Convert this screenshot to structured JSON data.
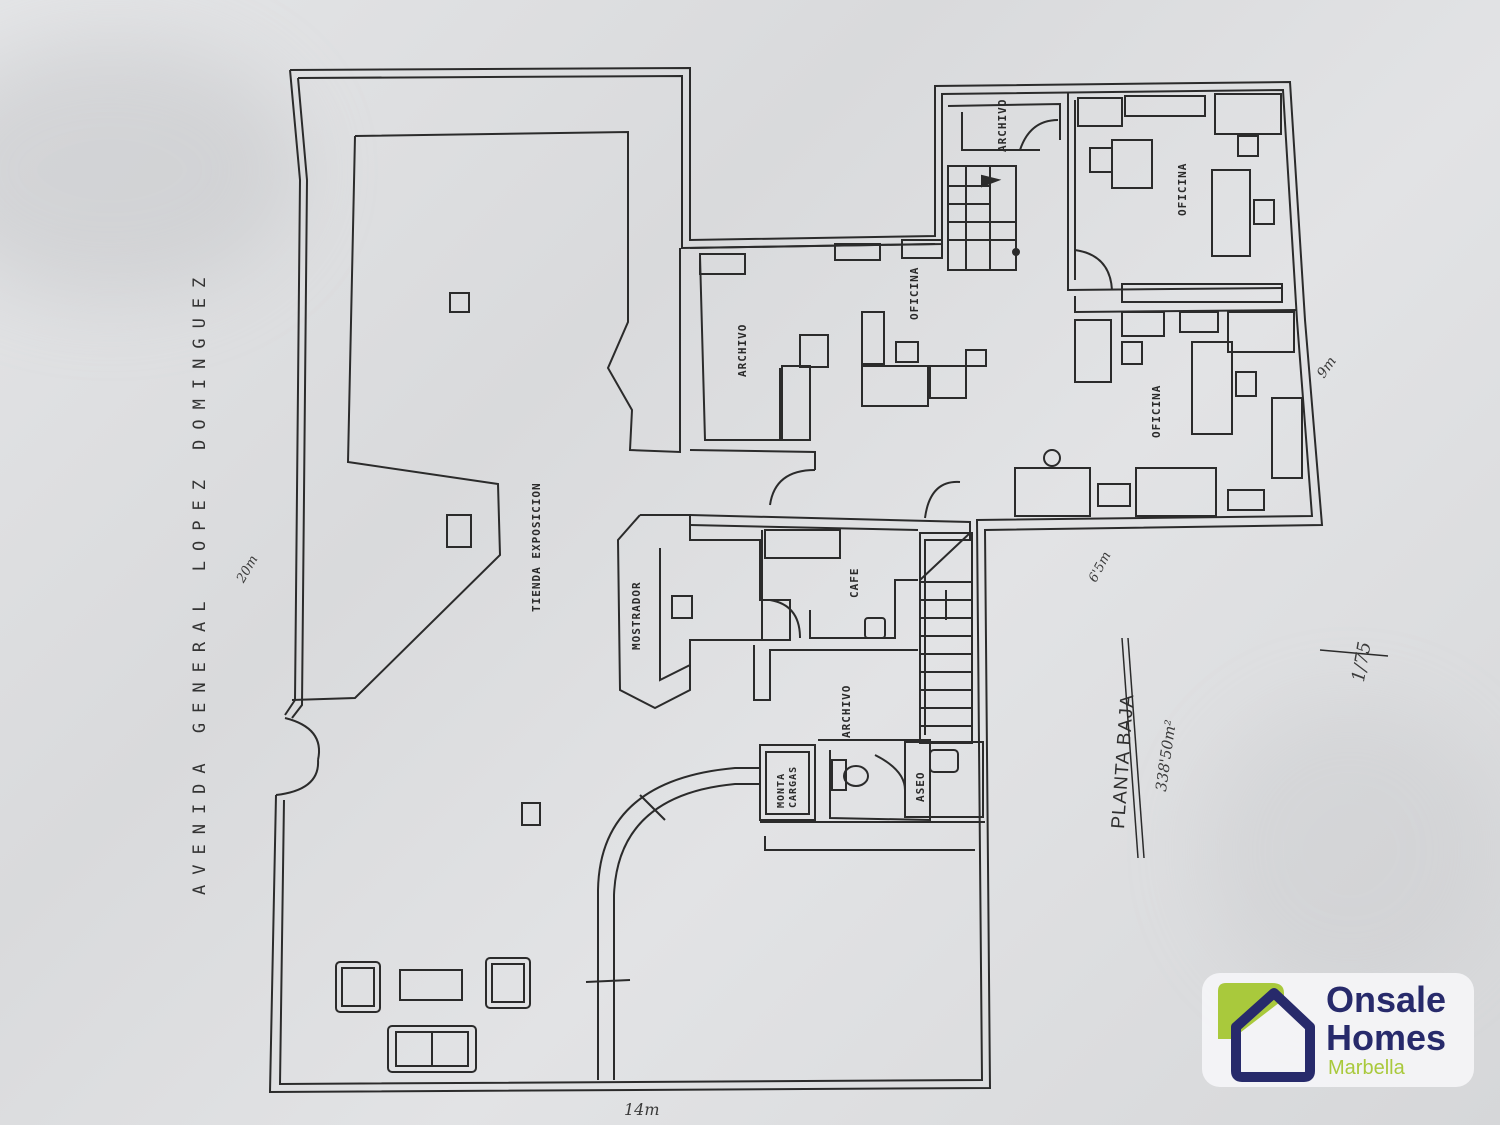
{
  "plan": {
    "street_label": "AVENIDA GENERAL LOPEZ DOMINGUEZ",
    "floor_title": "PLANTA BAJA",
    "floor_area_handwritten": "338'50m²",
    "scale_handwritten": "1/75",
    "rooms": {
      "tienda": "TIENDA EXPOSICION",
      "mostrador": "MOSTRADOR",
      "cafe": "CAFE",
      "archivo_left": "ARCHIVO",
      "archivo_mid": "ARCHIVO",
      "archivo_top": "ARCHIVO",
      "oficina_center": "OFICINA",
      "oficina_top_right": "OFICINA",
      "oficina_right": "OFICINA",
      "monta_cargas": "MONTA CARGAS",
      "aseo": "ASEO"
    },
    "dimensions_handwritten": {
      "left": "20m",
      "bottom": "14m",
      "right": "9m",
      "middle": "6'5m"
    }
  },
  "colors": {
    "line": "#2b2b2b",
    "paper": "#dedfe1",
    "logo_navy": "#272a6b",
    "logo_green": "#a9c93c"
  },
  "logo": {
    "line1": "Onsale",
    "line2": "Homes",
    "line3": "Marbella"
  }
}
